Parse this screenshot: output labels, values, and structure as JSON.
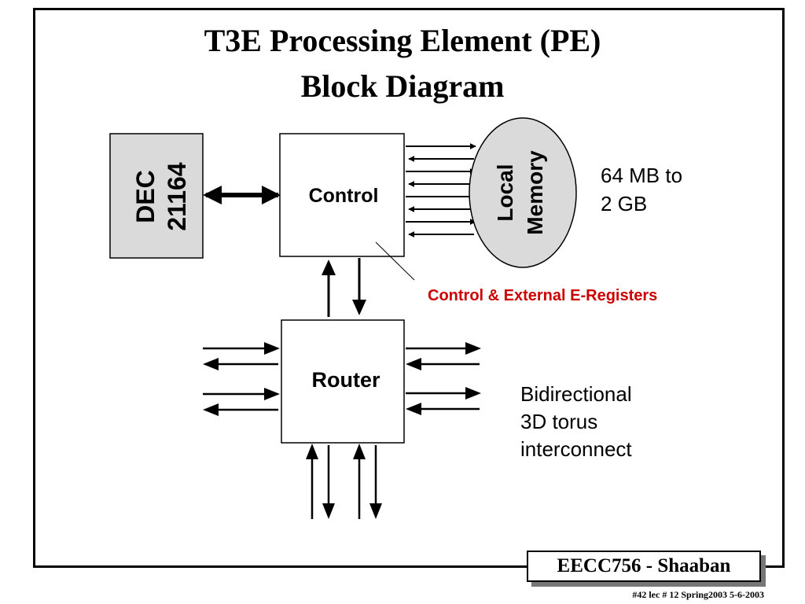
{
  "slide": {
    "title_line1": "T3E Processing Element (PE)",
    "title_line2": "Block Diagram"
  },
  "diagram": {
    "dec_line1": "DEC",
    "dec_line2": "21164",
    "control_label": "Control",
    "memory_line1": "Local",
    "memory_line2": "Memory",
    "memory_size_line1": "64 MB to",
    "memory_size_line2": "2 GB",
    "eregisters_label": "Control & External E-Registers",
    "router_label": "Router",
    "torus_line1": "Bidirectional",
    "torus_line2": "3D torus",
    "torus_line3": "interconnect",
    "colors": {
      "dec_fill": "#dadada",
      "annotation": "#cc0000"
    }
  },
  "footer": {
    "badge": "EECC756 - Shaaban",
    "info": "#42   lec # 12    Spring2003   5-6-2003"
  }
}
